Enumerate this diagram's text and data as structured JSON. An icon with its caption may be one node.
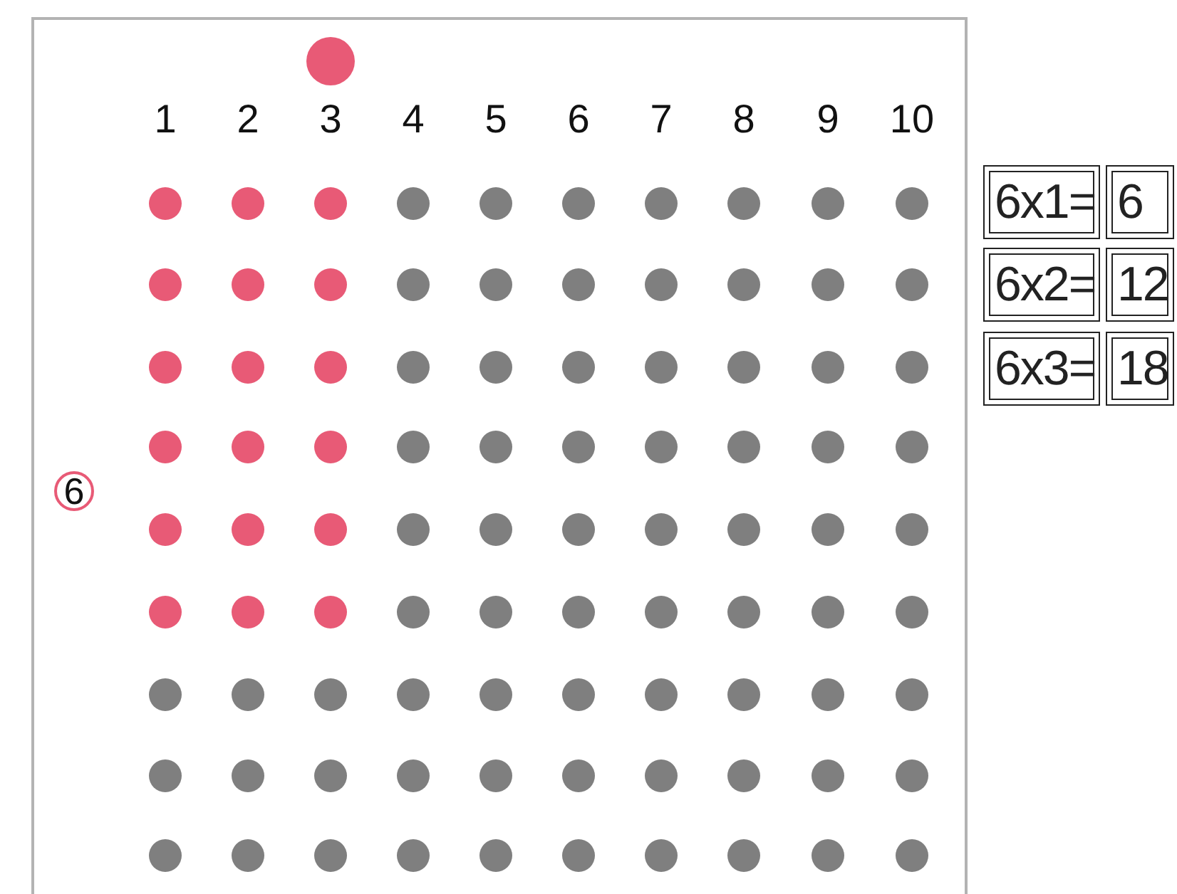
{
  "diagram": {
    "nodes": [
      {
        "text": [
          "6"
        ]
      },
      {
        "text": [
          "6x1="
        ]
      },
      {
        "text": [
          "6"
        ]
      },
      {
        "text": [
          "6x2="
        ]
      },
      {
        "text": [
          "12"
        ]
      },
      {
        "text": [
          "6x3="
        ]
      },
      {
        "text": [
          "18"
        ]
      }
    ],
    "labels": [
      "1",
      "2",
      "3",
      "4",
      "5",
      "6",
      "7",
      "8",
      "9",
      "10"
    ]
  }
}
